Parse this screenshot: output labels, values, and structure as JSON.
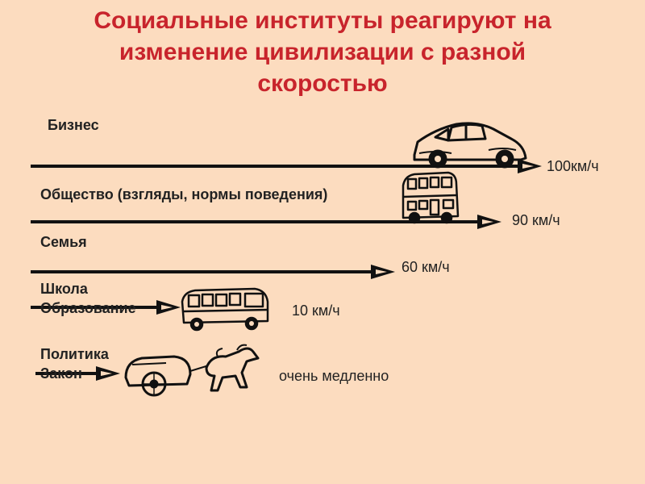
{
  "slide": {
    "title_lines": [
      "Социальные институты реагируют на",
      "изменение цивилизации с разной",
      "скоростью"
    ]
  },
  "rows": [
    {
      "label": "Бизнес",
      "speed": "100км/ч",
      "icon": "car-icon"
    },
    {
      "label": "Общество (взгляды, нормы поведения)",
      "speed": "90 км/ч",
      "icon": "double-decker-bus-icon"
    },
    {
      "label": "Семья",
      "speed": "60 км/ч"
    },
    {
      "label_lines": [
        "Школа",
        "Образование"
      ],
      "speed": "10 км/ч",
      "icon": "bus-icon"
    },
    {
      "label_lines": [
        "Политика",
        "Закон"
      ],
      "speed": "очень медленно",
      "icon": "horse-carriage-icon"
    }
  ],
  "colors": {
    "background": "#fcdcbf",
    "title": "#c8242c",
    "text": "#222222",
    "arrow": "#111111"
  }
}
